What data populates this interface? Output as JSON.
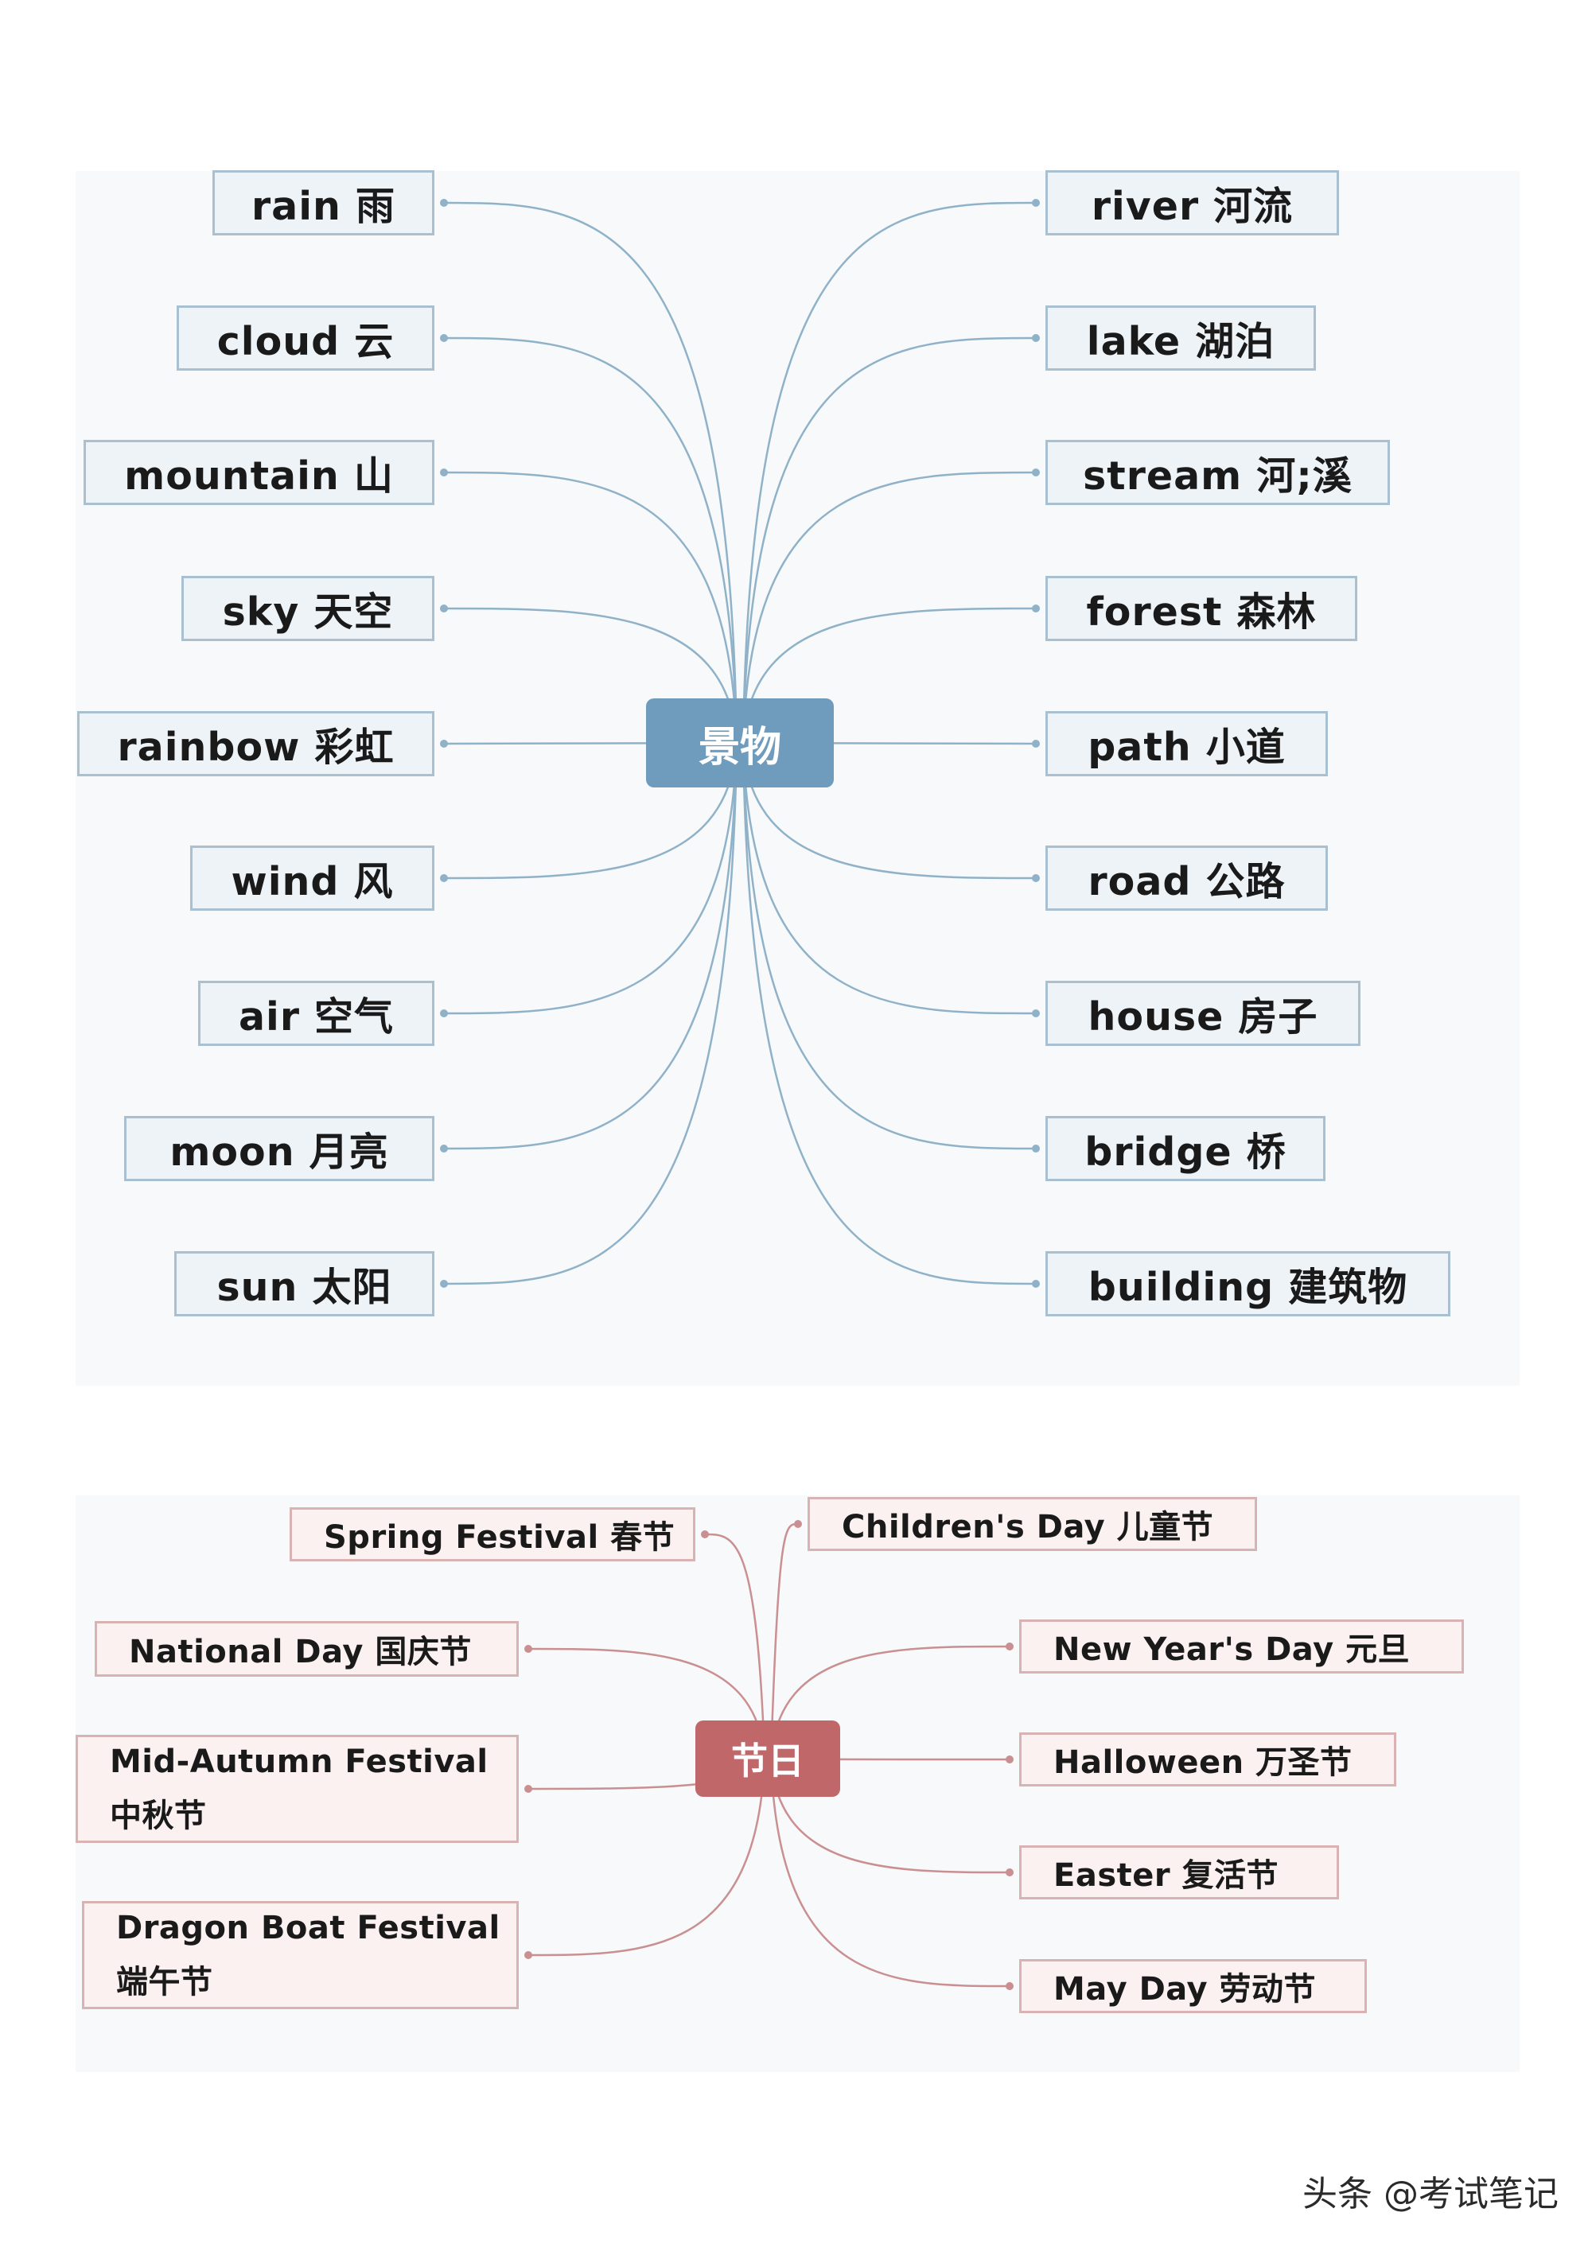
{
  "scenery": {
    "center": "景物",
    "items": [
      "rain 雨",
      "cloud 云",
      "mountain 山",
      "sky 天空",
      "rainbow 彩虹",
      "wind 风",
      "air 空气",
      "moon 月亮",
      "sun 太阳",
      "river 河流",
      "lake 湖泊",
      "stream 河;溪",
      "forest 森林",
      "path 小道",
      "road 公路",
      "house 房子",
      "bridge 桥",
      "building 建筑物"
    ]
  },
  "festivals": {
    "center": "节日",
    "items": [
      "Spring Festival 春节",
      "National Day 国庆节",
      "Mid-Autumn Festival",
      "中秋节",
      "Dragon Boat Festival",
      "端午节",
      "Children's Day 儿童节",
      "New Year's Day 元旦",
      "Halloween 万圣节",
      "Easter 复活节",
      "May Day 劳动节"
    ]
  },
  "watermark": "头条 @考试笔记",
  "colors": {
    "scenery_accent": "#6f9cbc",
    "scenery_line": "#8fb2c8",
    "festival_accent": "#c0676a",
    "festival_line": "#c98f91"
  }
}
